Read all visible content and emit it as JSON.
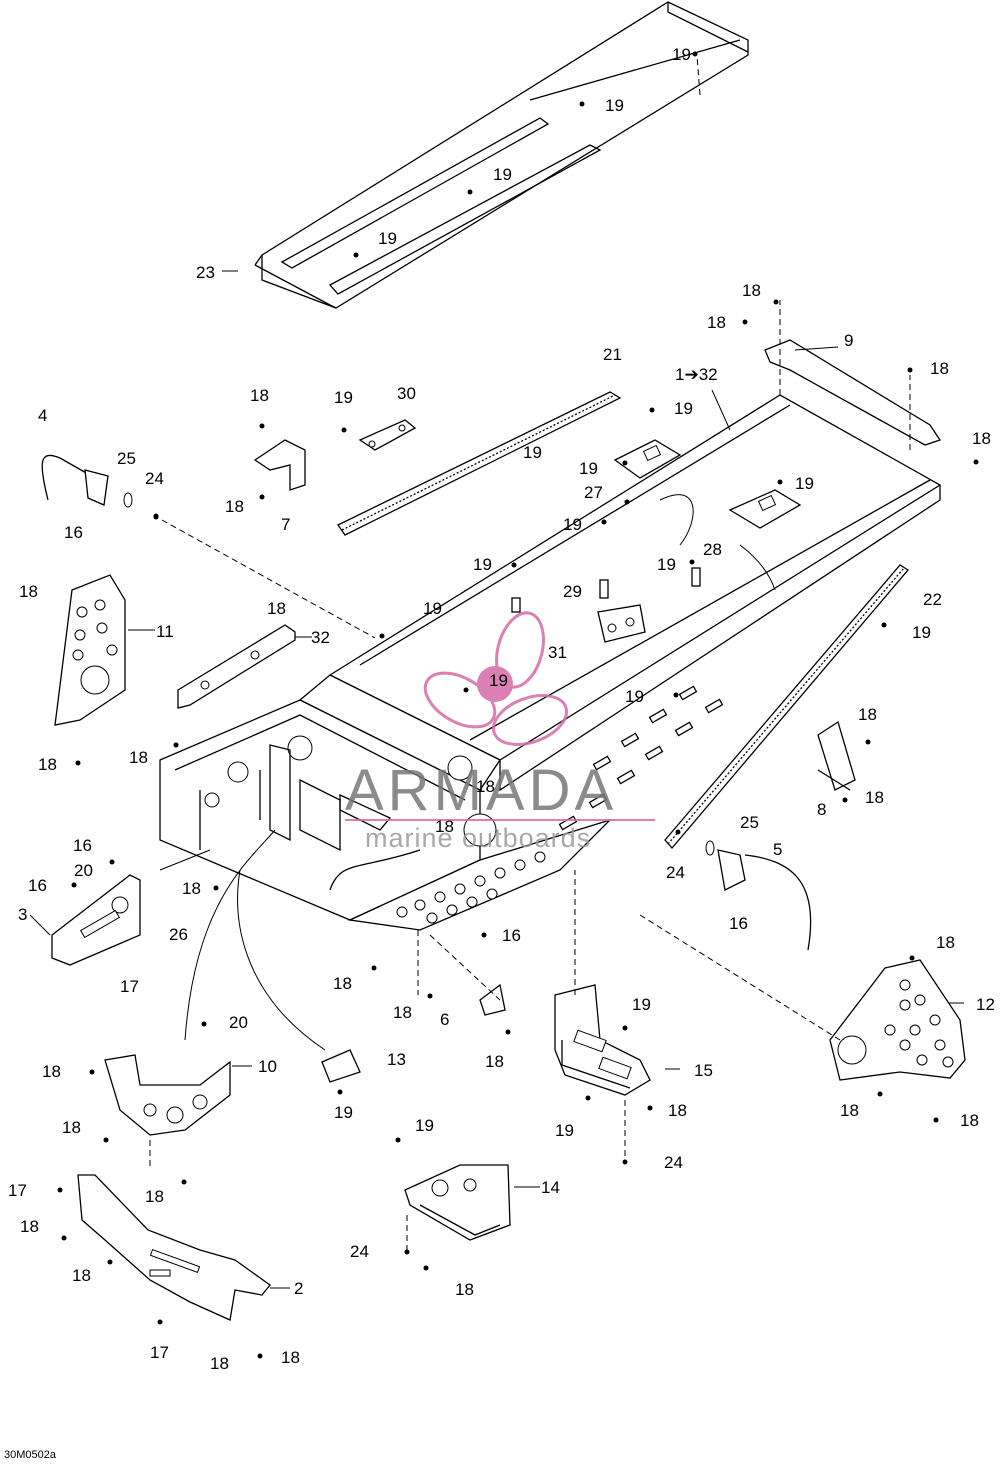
{
  "diagram_code": "30M0502a",
  "watermark": {
    "brand": "ARMADA",
    "tagline": "marine outboards",
    "accent": "#d46aa8",
    "text_color": "#7a7a7a"
  },
  "callouts": {
    "c1": "1➔32",
    "c2": "2",
    "c3": "3",
    "c4": "4",
    "c5": "5",
    "c6": "6",
    "c7": "7",
    "c8": "8",
    "c9": "9",
    "c10": "10",
    "c11": "11",
    "c12": "12",
    "c13": "13",
    "c14": "14",
    "c15": "15",
    "c16a": "16",
    "c16b": "16",
    "c16c": "16",
    "c16d": "16",
    "c16e": "16",
    "c17a": "17",
    "c17b": "17",
    "c17c": "17",
    "c18": "18",
    "c19": "19",
    "c20a": "20",
    "c20b": "20",
    "c21": "21",
    "c22": "22",
    "c23": "23",
    "c24a": "24",
    "c24b": "24",
    "c24c": "24",
    "c24d": "24",
    "c25a": "25",
    "c25b": "25",
    "c26": "26",
    "c27": "27",
    "c28": "28",
    "c29": "29",
    "c30": "30",
    "c31": "31",
    "c32": "32"
  }
}
